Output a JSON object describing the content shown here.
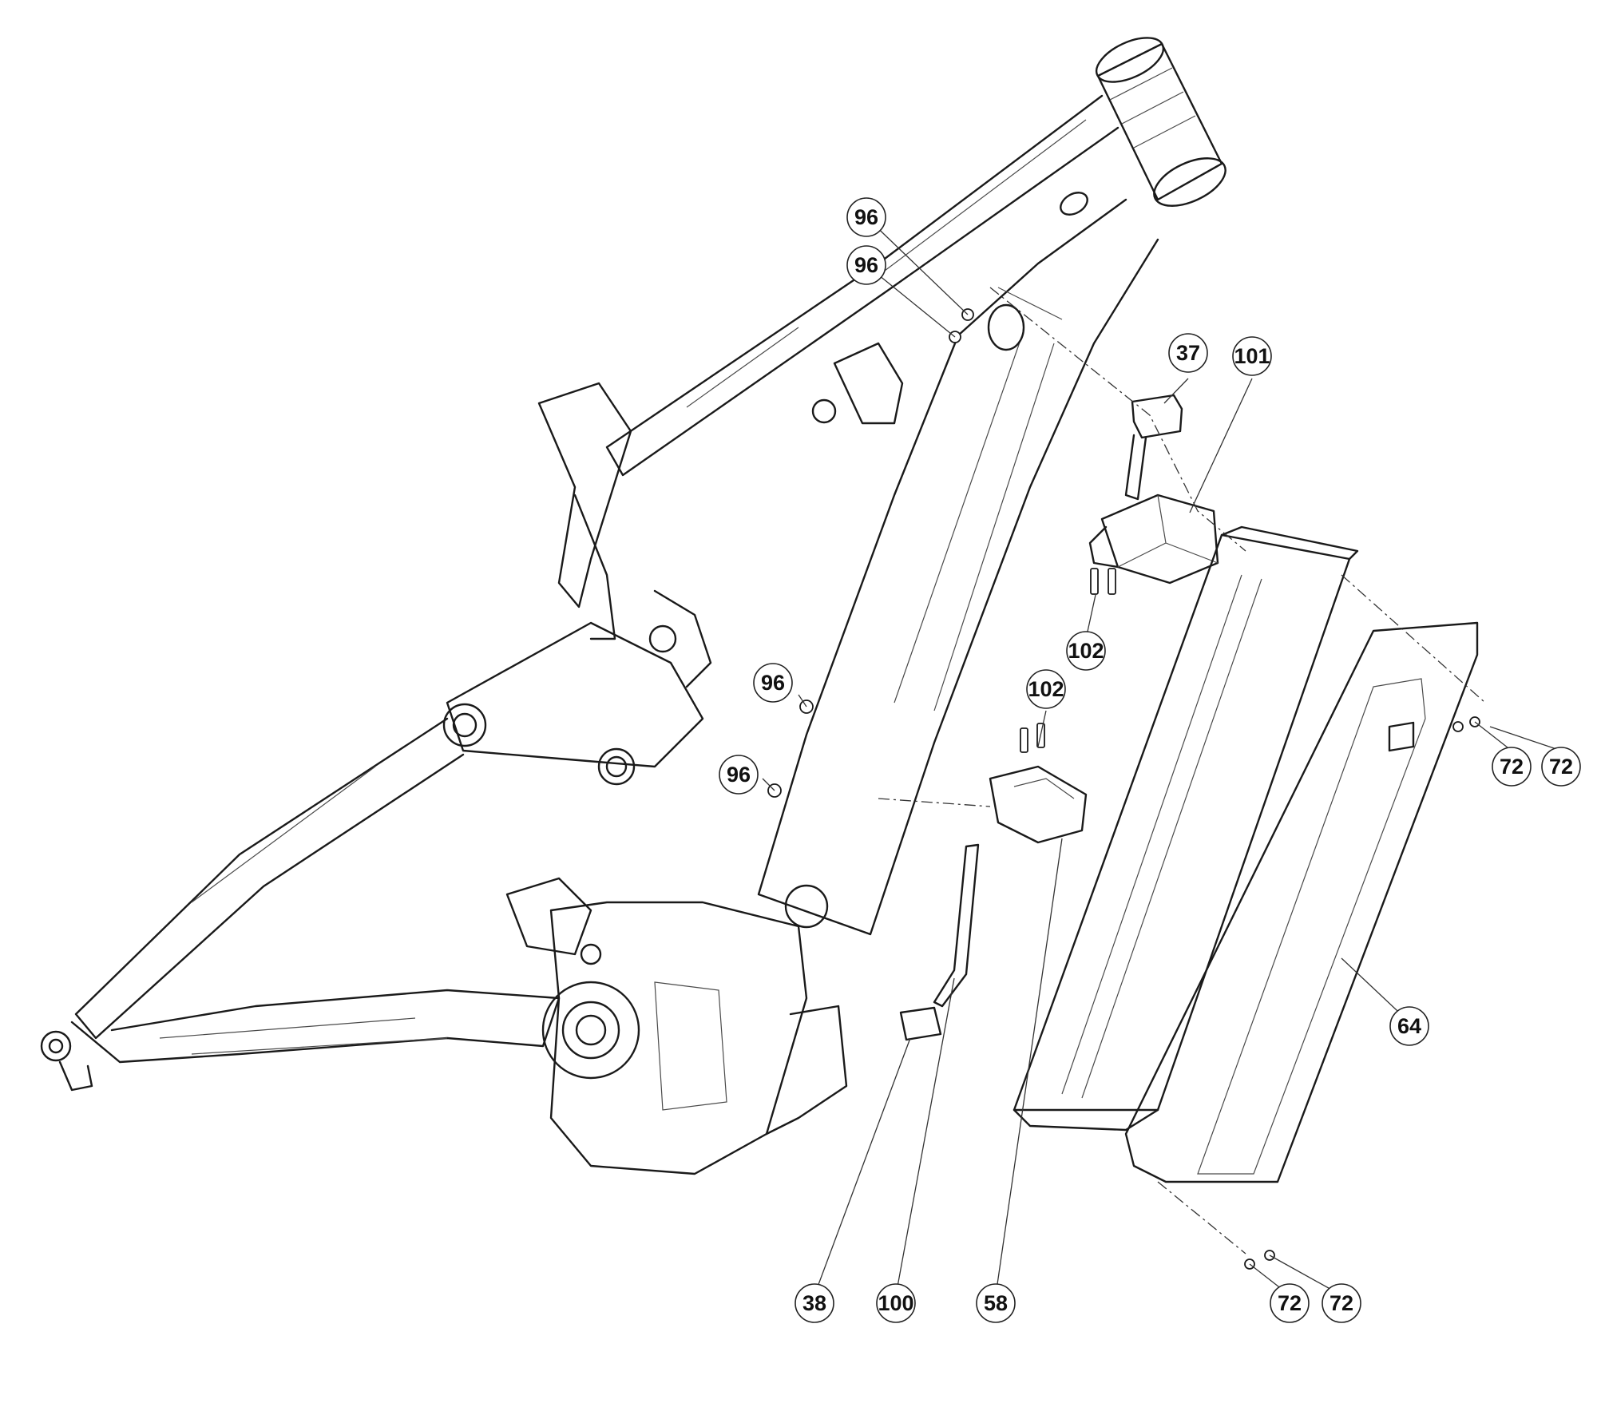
{
  "diagram": {
    "callouts": [
      {
        "id": "c-96-a",
        "label": "96"
      },
      {
        "id": "c-96-b",
        "label": "96"
      },
      {
        "id": "c-37",
        "label": "37"
      },
      {
        "id": "c-101",
        "label": "101"
      },
      {
        "id": "c-102-a",
        "label": "102"
      },
      {
        "id": "c-102-b",
        "label": "102"
      },
      {
        "id": "c-96-c",
        "label": "96"
      },
      {
        "id": "c-96-d",
        "label": "96"
      },
      {
        "id": "c-72-a",
        "label": "72"
      },
      {
        "id": "c-72-b",
        "label": "72"
      },
      {
        "id": "c-64",
        "label": "64"
      },
      {
        "id": "c-38",
        "label": "38"
      },
      {
        "id": "c-100",
        "label": "100"
      },
      {
        "id": "c-58",
        "label": "58"
      },
      {
        "id": "c-72-c",
        "label": "72"
      },
      {
        "id": "c-72-d",
        "label": "72"
      }
    ]
  }
}
